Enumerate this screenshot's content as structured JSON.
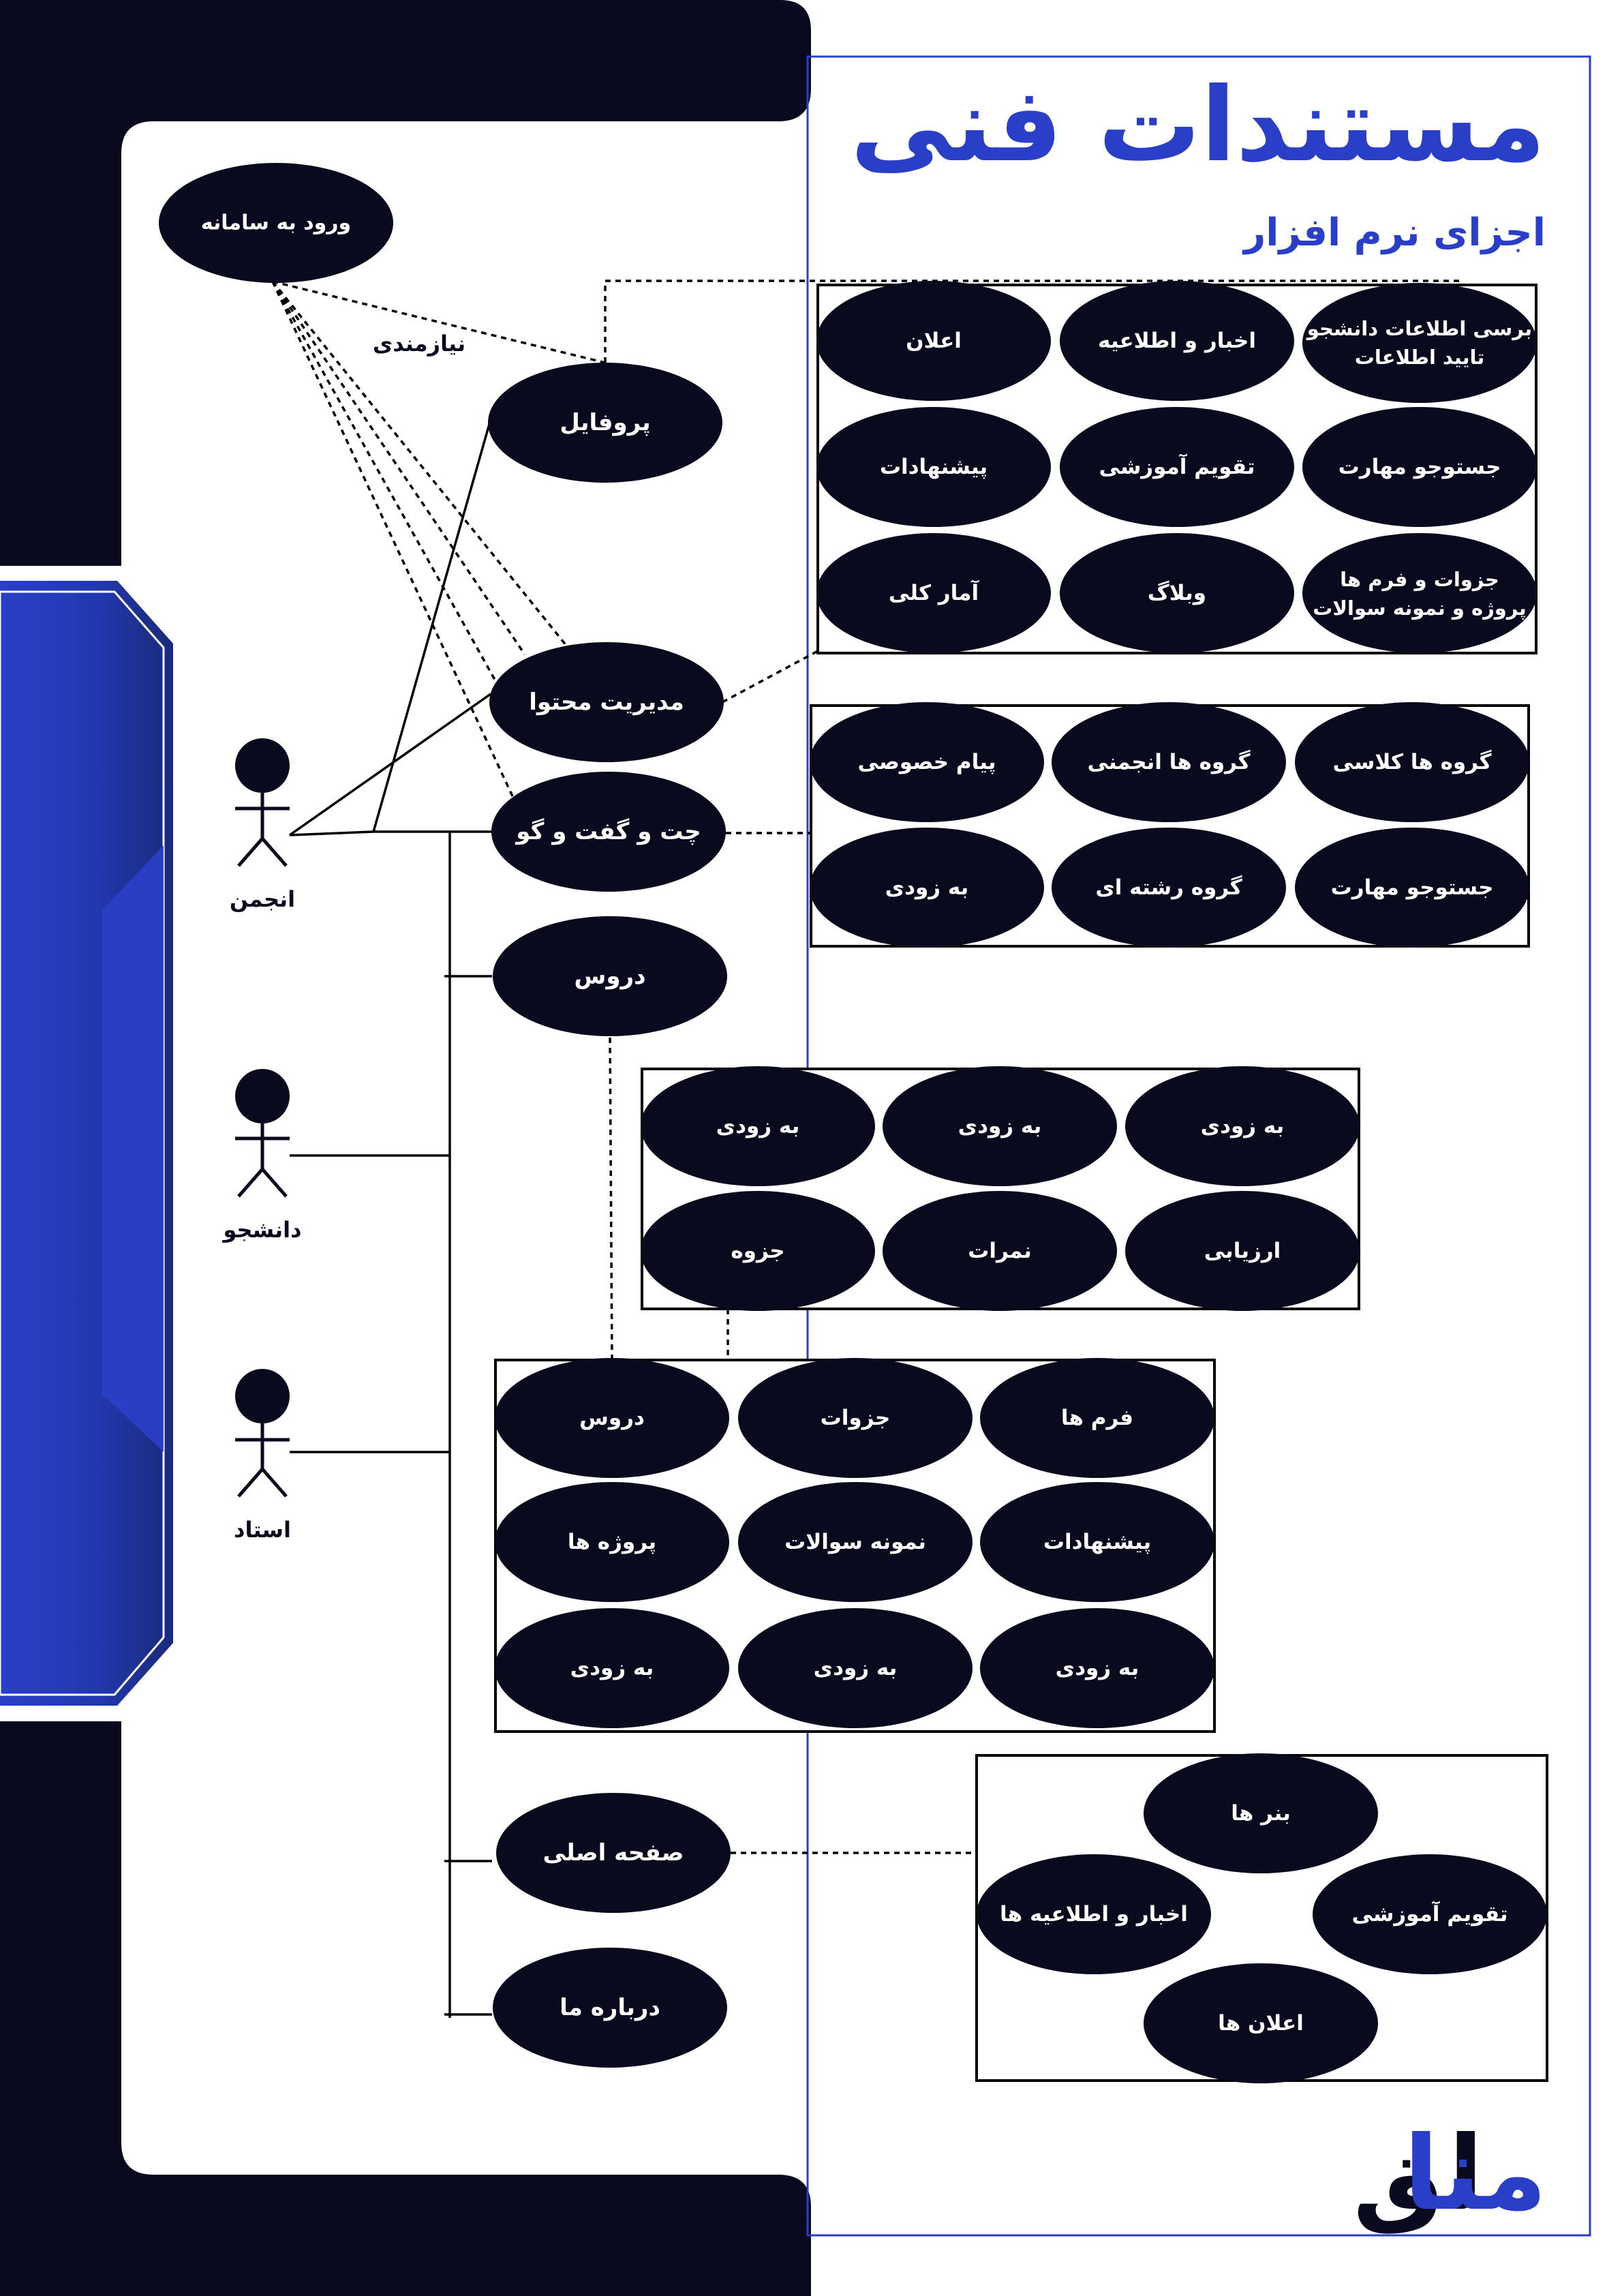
{
  "title": "مستندات فنی",
  "subtitle": "اجزای نرم افزار",
  "logo": {
    "part_dark": "لق",
    "part_blue": "منا"
  },
  "relation_label": "نیازمندی",
  "login": "ورود به سامانه",
  "actors": {
    "anjoman": "انجمن",
    "student": "دانشجو",
    "professor": "استاد"
  },
  "main_use_cases": {
    "profile": "پروفایل",
    "content_management": "مدیریت محتوا",
    "chat": "چت و گفت و گو",
    "courses": "دروس",
    "home": "صفحه اصلی",
    "about": "درباره ما"
  },
  "content_management_items": [
    "برسی اطلاعات دانشجو",
    "تایید اطلاعات",
    "اخبار و اطلاعیه",
    "اعلان",
    "جستوجو مهارت",
    "تقویم آموزشی",
    "پیشنهادات",
    "جزوات و فرم ها",
    "پروژه و نمونه سوالات",
    "وبلاگ",
    "آمار کلی"
  ],
  "chat_items": [
    "گروه ها کلاسی",
    "گروه ها انجمنی",
    "پیام خصوصی",
    "جستوجو مهارت",
    "گروه رشته ای",
    "به زودی"
  ],
  "course_items": [
    "به زودی",
    "به زودی",
    "به زودی",
    "ارزیابی",
    "نمرات",
    "جزوه"
  ],
  "notes_items": [
    "فرم ها",
    "جزوات",
    "دروس",
    "پیشنهادات",
    "نمونه سوالات",
    "پروژه ها",
    "به زودی",
    "به زودی",
    "به زودی"
  ],
  "home_items": [
    "بنر ها",
    "اخبار و اطلاعیه ها",
    "تقویم آموزشی",
    "اعلان ها"
  ],
  "colors": {
    "navy": "#0a0a1e",
    "blue": "#2a3fc8",
    "white": "#ffffff"
  }
}
